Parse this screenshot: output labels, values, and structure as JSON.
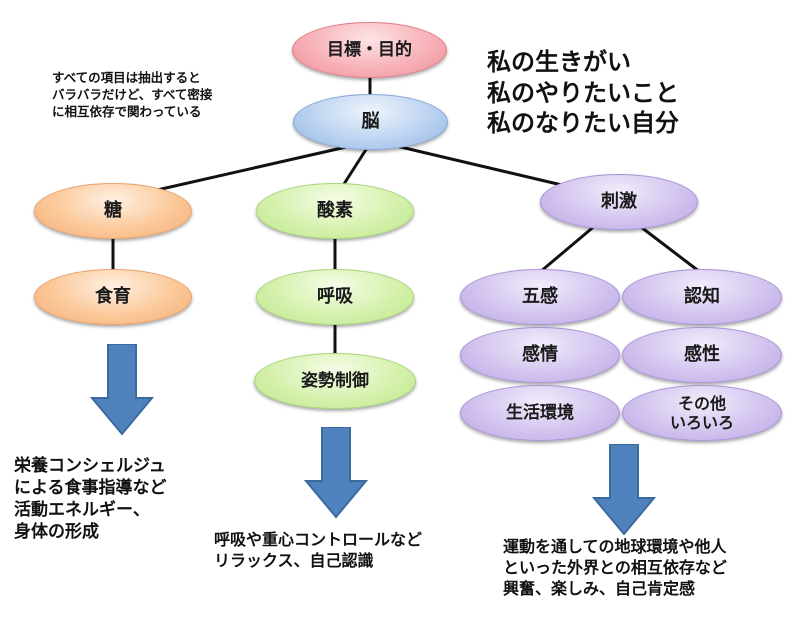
{
  "nodes": {
    "goal": "目標・目的",
    "brain": "脳",
    "sugar": "糖",
    "food_education": "食育",
    "oxygen": "酸素",
    "breathing": "呼吸",
    "posture": "姿勢制御",
    "stimulus": "刺激",
    "five_senses": "五感",
    "cognition": "認知",
    "emotion": "感情",
    "sensibility": "感性",
    "living_environment": "生活環境",
    "others": "その他\nいろいろ"
  },
  "note_top_left": "すべての項目は抽出すると\nバラバラだけど、すべて密接\nに相互依存で関わっている",
  "title_right": "私の生きがい\n私のやりたいこと\n私のなりたい自分",
  "outcomes": {
    "left": "栄養コンシェルジュ\nによる食事指導など\n活動エネルギー、\n身体の形成",
    "middle": "呼吸や重心コントロールなど\nリラックス、自己認識",
    "right": "運動を通しての地球環境や他人\nといった外界との相互依存など\n興奮、楽しみ、自己肯定感"
  },
  "colors": {
    "line": "#111111",
    "arrow_fill": "#4f81bd",
    "arrow_stroke": "#3a6aa0"
  }
}
